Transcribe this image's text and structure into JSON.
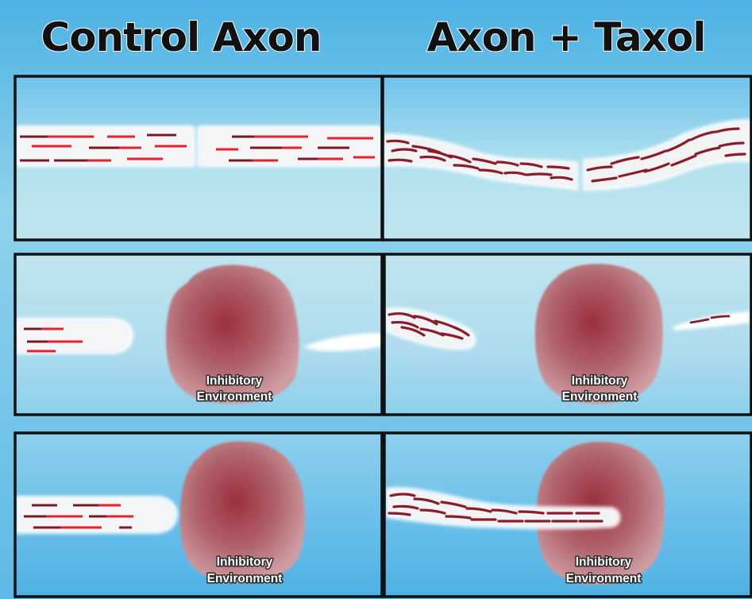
{
  "headers": {
    "left": "Control Axon",
    "right": "Axon + Taxol"
  },
  "panels": [
    {
      "row": "top",
      "column": "control",
      "state": "severed axon with straight microtubules"
    },
    {
      "row": "top",
      "column": "taxol",
      "state": "severed axon with curved, stabilized microtubules"
    },
    {
      "row": "middle",
      "column": "control",
      "label_line1": "Inhibitory",
      "label_line2": "Environment"
    },
    {
      "row": "middle",
      "column": "taxol",
      "label_line1": "Inhibitory",
      "label_line2": "Environment"
    },
    {
      "row": "bottom",
      "column": "control",
      "label_line1": "Inhibitory",
      "label_line2": "Environment"
    },
    {
      "row": "bottom",
      "column": "taxol",
      "label_line1": "Inhibitory",
      "label_line2": "Environment"
    }
  ],
  "colors": {
    "sky_top": "#4fb4e6",
    "sky_mid": "#a8dcee",
    "axon_fill": "#f4f6f7",
    "microtubule_bright": "#e8202a",
    "microtubule_dark": "#7a1a24",
    "taxol_microtubule": "#8b1d2a",
    "inhibitory_blob": "#a8525d",
    "panel_border": "#111111"
  }
}
